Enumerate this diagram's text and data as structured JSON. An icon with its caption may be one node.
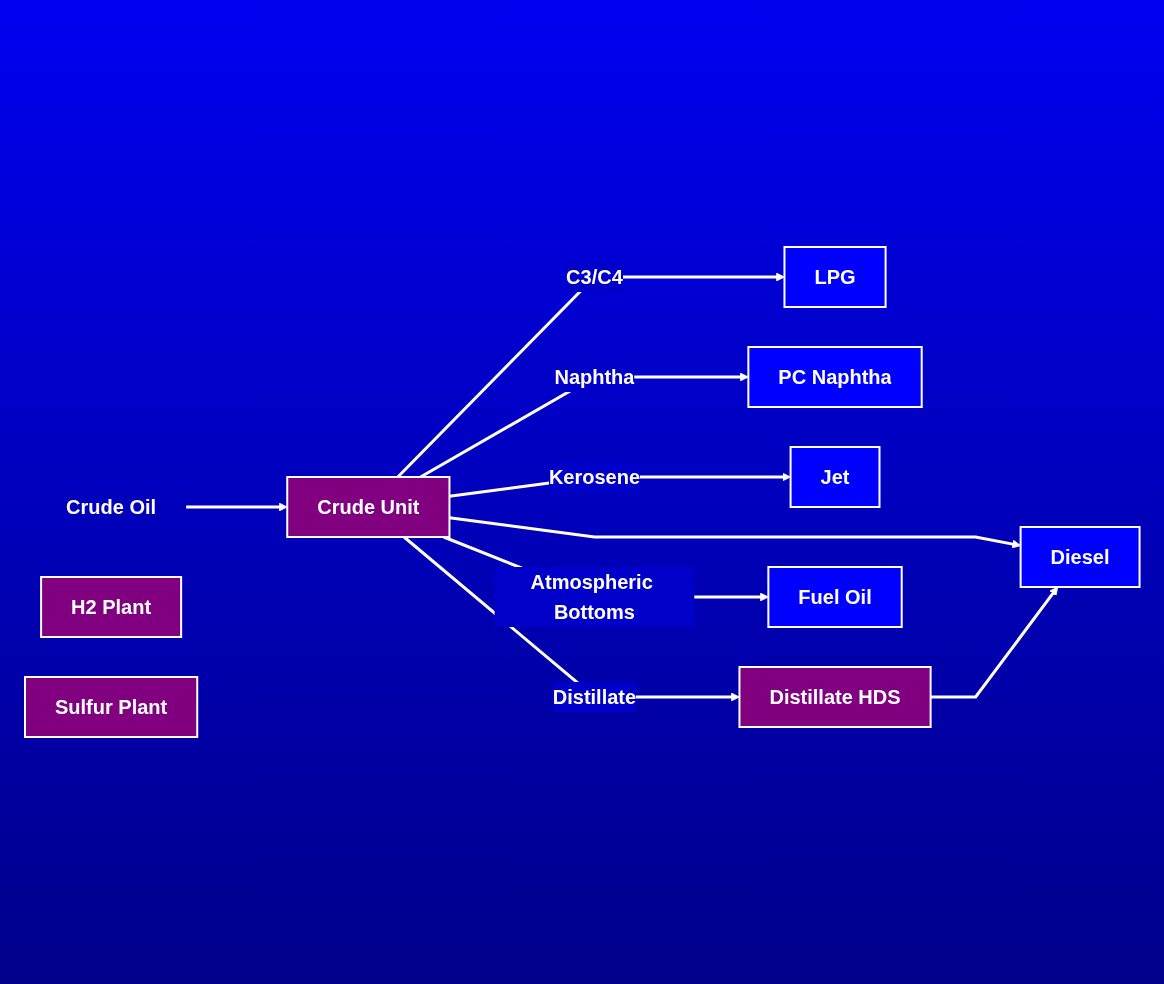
{
  "diagram": {
    "nodes": [
      {
        "text": [
          "Crude Oil"
        ]
      },
      {
        "text": [
          "Crude Unit"
        ]
      },
      {
        "text": [
          "LPG"
        ]
      },
      {
        "text": [
          "PC Naphtha"
        ]
      },
      {
        "text": [
          "Jet"
        ]
      },
      {
        "text": [
          "Distillate HDS"
        ]
      },
      {
        "text": [
          "Diesel"
        ]
      },
      {
        "text": [
          "Fuel Oil"
        ]
      },
      {
        "text": [
          "H2 Plant"
        ]
      },
      {
        "text": [
          "Sulfur Plant"
        ]
      }
    ],
    "edges": [
      {
        "from": 0,
        "to": 1,
        "arrow": "to"
      },
      {
        "from": 1,
        "to": 2,
        "arrow": "to",
        "label": "C3/C4"
      },
      {
        "from": 1,
        "to": 3,
        "arrow": "to",
        "label": "Naphtha"
      },
      {
        "from": 1,
        "to": 4,
        "arrow": "to",
        "label": "Kerosene"
      },
      {
        "from": 1,
        "to": 6,
        "arrow": "to"
      },
      {
        "from": 1,
        "to": 5,
        "arrow": "to",
        "label": "Distillate"
      },
      {
        "from": 5,
        "to": 6,
        "arrow": "to"
      },
      {
        "from": 1,
        "to": 7,
        "arrow": "to",
        "label": "Atmospheric Bottoms"
      }
    ]
  }
}
